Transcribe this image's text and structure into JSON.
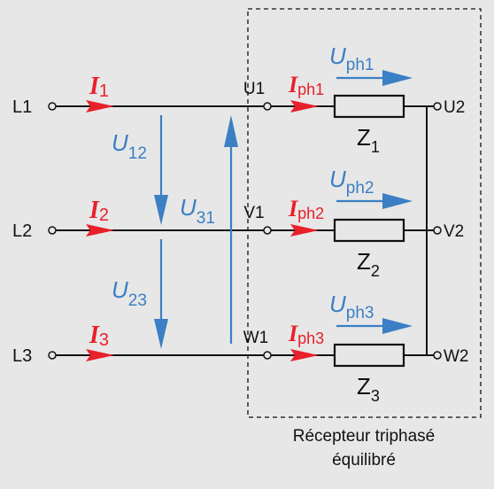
{
  "colors": {
    "background": "#e7e7e7",
    "wire": "#111111",
    "current": "#e8202a",
    "voltage": "#3b7fc4"
  },
  "lines": {
    "l1": "L1",
    "l2": "L2",
    "l3": "L3"
  },
  "currents": {
    "i1": {
      "sym": "I",
      "sub": "1"
    },
    "i2": {
      "sym": "I",
      "sub": "2"
    },
    "i3": {
      "sym": "I",
      "sub": "3"
    }
  },
  "phase_currents": {
    "iph1": {
      "sym": "I",
      "sub": "ph1"
    },
    "iph2": {
      "sym": "I",
      "sub": "ph2"
    },
    "iph3": {
      "sym": "I",
      "sub": "ph3"
    }
  },
  "line_voltages": {
    "u12": {
      "sym": "U",
      "sub": "12"
    },
    "u23": {
      "sym": "U",
      "sub": "23"
    },
    "u31": {
      "sym": "U",
      "sub": "31"
    }
  },
  "phase_voltages": {
    "uph1": {
      "sym": "U",
      "sub": "ph1"
    },
    "uph2": {
      "sym": "U",
      "sub": "ph2"
    },
    "uph3": {
      "sym": "U",
      "sub": "ph3"
    }
  },
  "terminals": {
    "u1": "U1",
    "v1": "V1",
    "w1": "W1",
    "u2": "U2",
    "v2": "V2",
    "w2": "W2"
  },
  "impedances": {
    "z1": {
      "sym": "Z",
      "sub": "1"
    },
    "z2": {
      "sym": "Z",
      "sub": "2"
    },
    "z3": {
      "sym": "Z",
      "sub": "3"
    }
  },
  "caption": {
    "line1": "Récepteur triphasé",
    "line2": "équilibré"
  }
}
